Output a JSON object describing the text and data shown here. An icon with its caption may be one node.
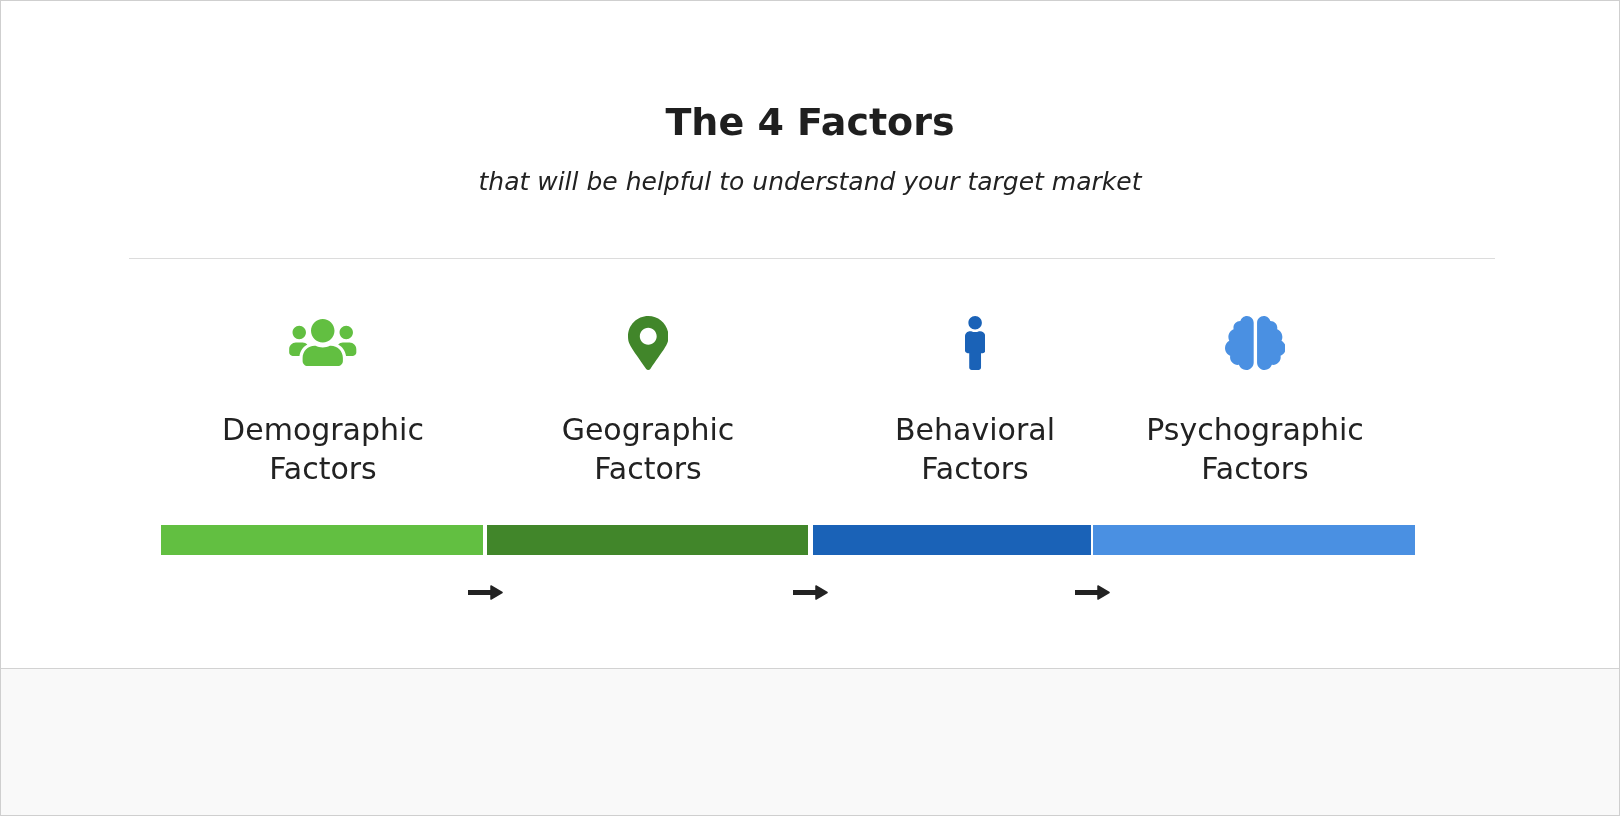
{
  "diagram": {
    "title": "The 4 Factors",
    "nodes": [
      {
        "text": [
          "Demographic Factors"
        ]
      },
      {
        "text": [
          "Geographic Factors"
        ]
      },
      {
        "text": [
          "Behavioral Factors"
        ]
      },
      {
        "text": [
          "Psychographic Factors"
        ]
      }
    ],
    "labels": [
      "that will be helpful to understand your target market"
    ]
  }
}
